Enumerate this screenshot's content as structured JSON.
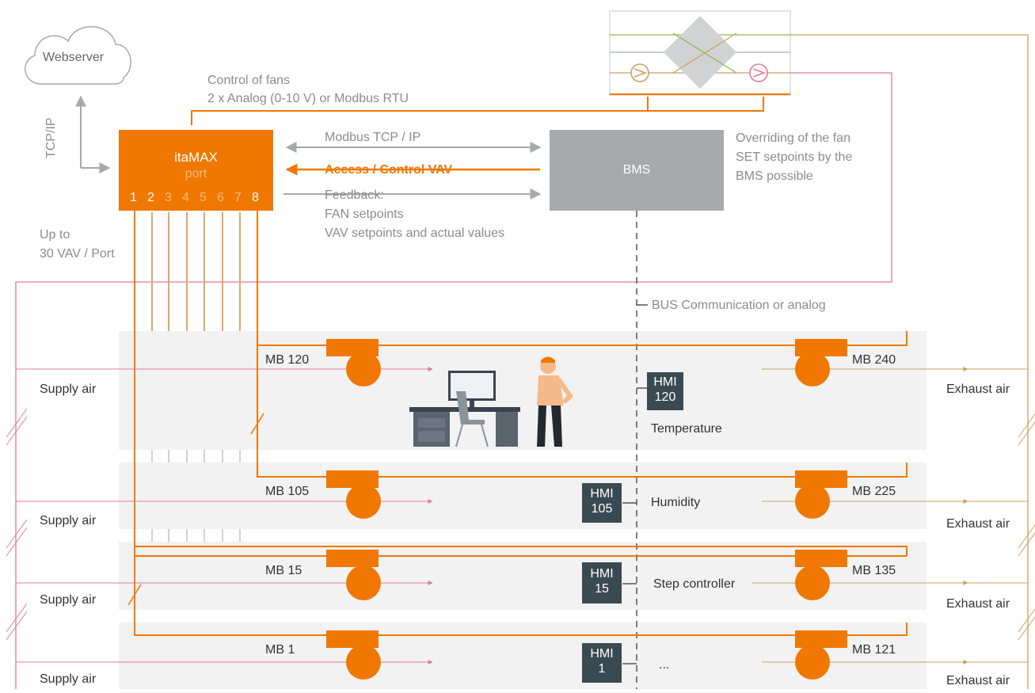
{
  "webserver": {
    "label": "Webserver"
  },
  "tcpip": {
    "label": "TCP/IP"
  },
  "fans_control": {
    "line1": "Control of fans",
    "line2": "2 x Analog (0-10 V) or Modbus RTU"
  },
  "itamax": {
    "title": "itaMAX",
    "subtitle": "port",
    "ports": [
      "1",
      "2",
      "3",
      "4",
      "5",
      "6",
      "7",
      "8"
    ]
  },
  "links": {
    "modbus": "Modbus TCP / IP",
    "access": "Access / Control VAV",
    "feedback1": "Feedback:",
    "feedback2": "FAN setpoints",
    "feedback3": "VAV setpoints and actual values"
  },
  "bms": {
    "label": "BMS"
  },
  "override": {
    "line1": "Overriding of the fan",
    "line2": "SET setpoints by the",
    "line3": "BMS possible"
  },
  "capacity": {
    "line1": "Up to",
    "line2": "30 VAV / Port"
  },
  "bus": {
    "label": "BUS Communication or analog"
  },
  "floors": [
    {
      "supply": "Supply air",
      "exhaust": "Exhaust air",
      "mb_left": "MB 120",
      "mb_right": "MB 240",
      "hmi1": "HMI",
      "hmi2": "120",
      "sensor": "Temperature"
    },
    {
      "supply": "Supply air",
      "exhaust": "Exhaust air",
      "mb_left": "MB 105",
      "mb_right": "MB 225",
      "hmi1": "HMI",
      "hmi2": "105",
      "sensor": "Humidity"
    },
    {
      "supply": "Supply air",
      "exhaust": "Exhaust air",
      "mb_left": "MB 15",
      "mb_right": "MB 135",
      "hmi1": "HMI",
      "hmi2": "15",
      "sensor": "Step controller"
    },
    {
      "supply": "Supply air",
      "exhaust": "Exhaust air",
      "mb_left": "MB 1",
      "mb_right": "MB 121",
      "hmi1": "HMI",
      "hmi2": "1",
      "sensor": "..."
    }
  ],
  "colors": {
    "orange": "#f07800",
    "pink": "#e07a9f",
    "tan": "#c8a25a",
    "gray": "#a7a9ac",
    "green": "#8db84a",
    "floor": "#f2f2f2",
    "hmi": "#3a4a52"
  }
}
